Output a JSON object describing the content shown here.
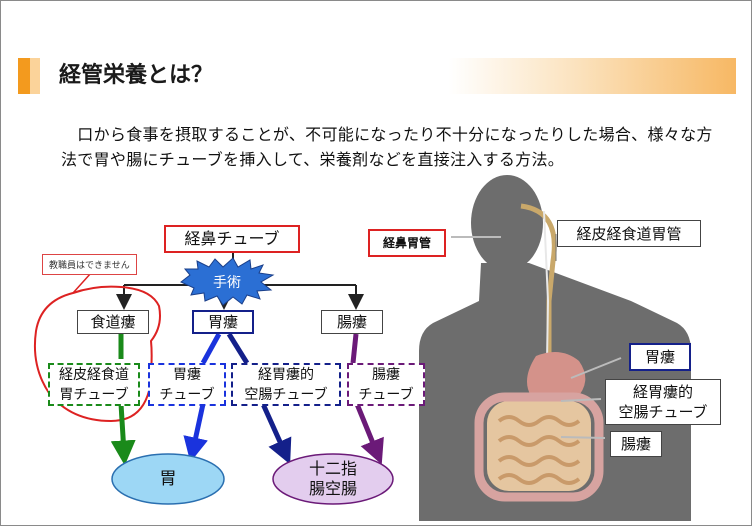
{
  "slide": {
    "title": "経管栄養とは？",
    "paragraph": "　口から食事を摂取することが、不可能になったり不十分になったりした場合、様々な方法で胃や腸にチューブを挿入して、栄養剤などを直接注入する方法。"
  },
  "diagram": {
    "nasal_tube": "経鼻チューブ",
    "surgery": "手術",
    "note": "教職員はできません",
    "esophagostomy": "食道瘻",
    "gastrostomy": "胃瘻",
    "enterostomy": "腸瘻",
    "tube_esophageal": [
      "経皮経食道",
      "胃チューブ"
    ],
    "tube_gastric": [
      "胃瘻",
      "チューブ"
    ],
    "tube_jejunal_via_gastro": [
      "経胃瘻的",
      "空腸チューブ"
    ],
    "tube_enteral": [
      "腸瘻",
      "チューブ"
    ],
    "stomach": "胃",
    "duodenum": [
      "十二指",
      "腸空腸"
    ]
  },
  "body_labels": {
    "nasogastric": "経鼻胃管",
    "percutaneous_esophageal": "経皮経食道胃管",
    "gastrostomy": "胃瘻",
    "jejunal_via_gastro": [
      "経胃瘻的",
      "空腸チューブ"
    ],
    "enterostomy": "腸瘻"
  },
  "colors": {
    "green": "#1a8a1a",
    "blue": "#1a33dd",
    "dark_blue": "#14208a",
    "purple": "#6b1a78",
    "red": "#dd2222",
    "stomach_fill": "#9dd7f5",
    "duodenum_fill": "#e3cdee"
  }
}
